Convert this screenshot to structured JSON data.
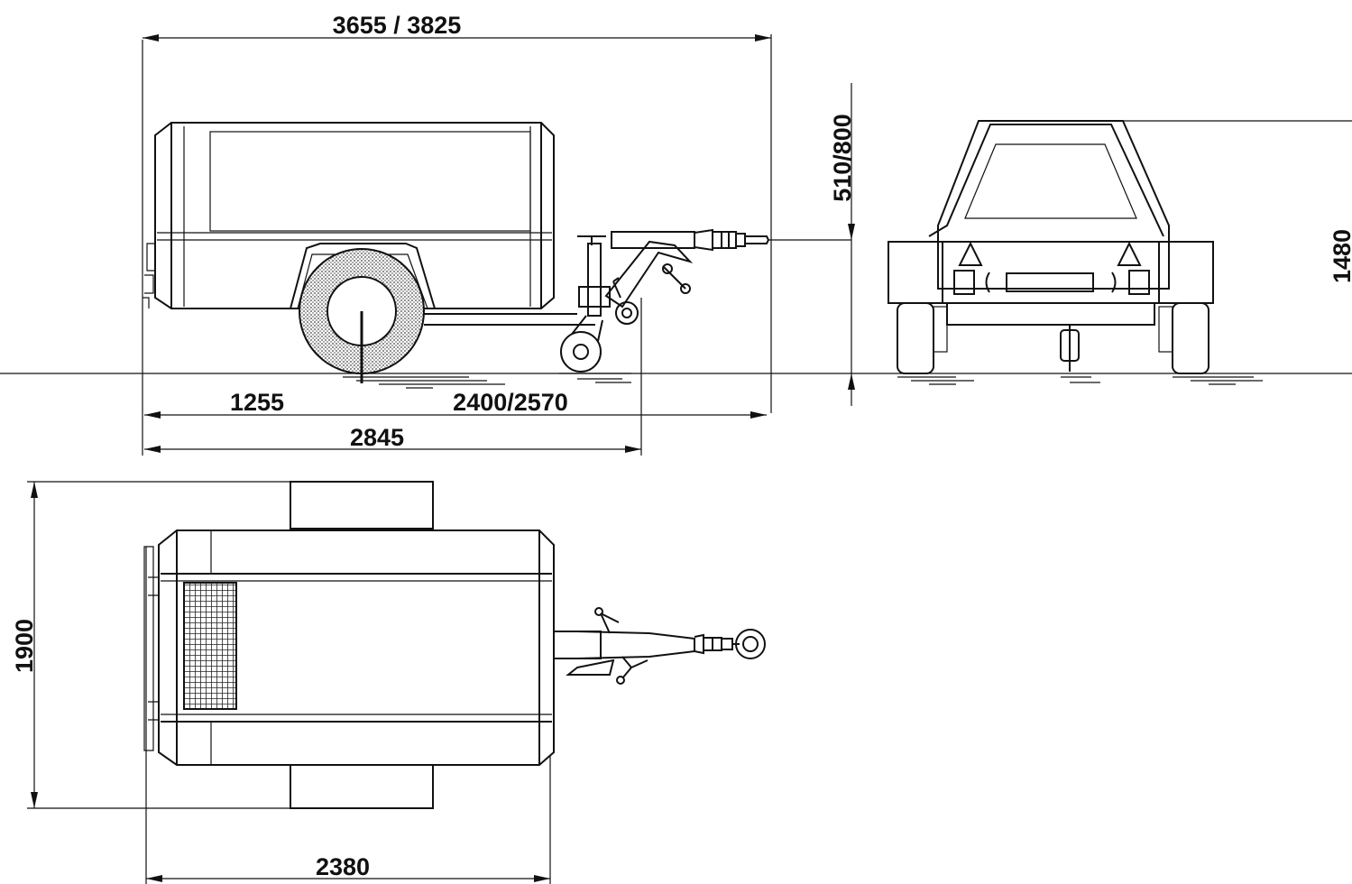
{
  "dimensions": {
    "overall_length": "3655 / 3825",
    "wheel_to_rear": "1255",
    "wheel_to_hitch": "2400/2570",
    "body_length": "2845",
    "drawbar_height": "510/800",
    "overall_height": "1480",
    "overall_width": "1900",
    "top_length": "2380"
  },
  "colors": {
    "line": "#111111",
    "background": "#ffffff"
  }
}
